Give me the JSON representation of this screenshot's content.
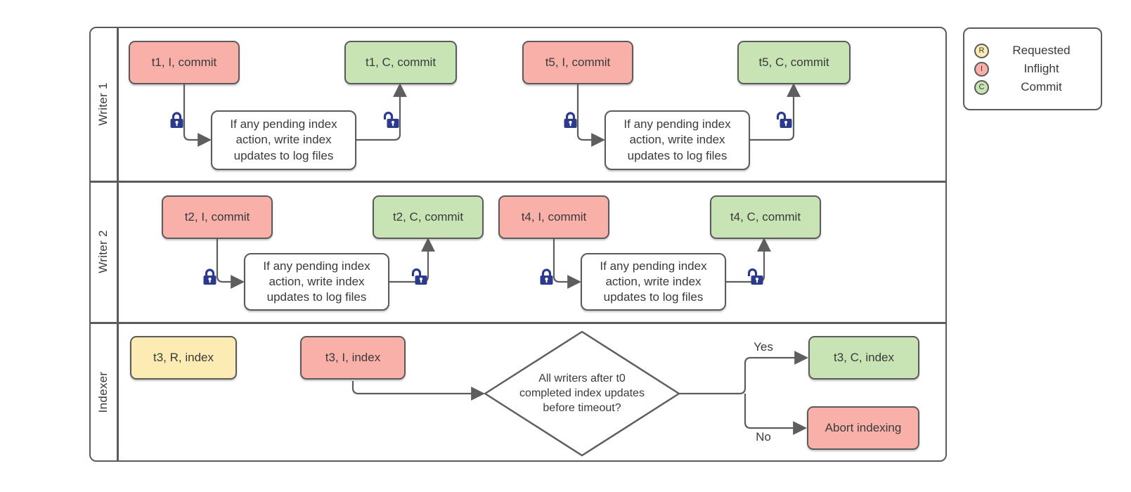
{
  "lanes": [
    {
      "label": "Writer 1"
    },
    {
      "label": "Writer 2"
    },
    {
      "label": "Indexer"
    }
  ],
  "legend": {
    "items": [
      {
        "letter": "R",
        "label": "Requested",
        "color": "#fcecb3"
      },
      {
        "letter": "I",
        "label": "Inflight",
        "color": "#f9b0a9"
      },
      {
        "letter": "C",
        "label": "Commit",
        "color": "#c8e4b5"
      }
    ]
  },
  "nodes": {
    "t1_inflight": {
      "label": "t1, I, commit",
      "state": "inflight"
    },
    "t1_commit": {
      "label": "t1, C, commit",
      "state": "commit"
    },
    "t5_inflight": {
      "label": "t5, I, commit",
      "state": "inflight"
    },
    "t5_commit": {
      "label": "t5, C, commit",
      "state": "commit"
    },
    "t2_inflight": {
      "label": "t2, I, commit",
      "state": "inflight"
    },
    "t2_commit": {
      "label": "t2, C, commit",
      "state": "commit"
    },
    "t4_inflight": {
      "label": "t4, I, commit",
      "state": "inflight"
    },
    "t4_commit": {
      "label": "t4, C, commit",
      "state": "commit"
    },
    "t3_requested": {
      "label": "t3, R, index",
      "state": "requested"
    },
    "t3_inflight": {
      "label": "t3, I, index",
      "state": "inflight"
    },
    "t3_commit": {
      "label": "t3, C, index",
      "state": "commit"
    },
    "abort": {
      "label": "Abort indexing",
      "state": "inflight"
    },
    "process": {
      "label": "If any pending index\naction, write index\nupdates to log files"
    },
    "decision": {
      "label": "All writers after t0\ncompleted index updates\nbefore timeout?"
    }
  },
  "edge_labels": {
    "yes": "Yes",
    "no": "No"
  },
  "colors": {
    "requested_fill": "#fcecb3",
    "inflight_fill": "#f9b0a9",
    "commit_fill": "#c8e4b5",
    "shape_stroke": "#5b5b5b",
    "connector": "#5e5e5e",
    "lock_blue": "#2c3a8d",
    "text": "#3a3a3a"
  }
}
